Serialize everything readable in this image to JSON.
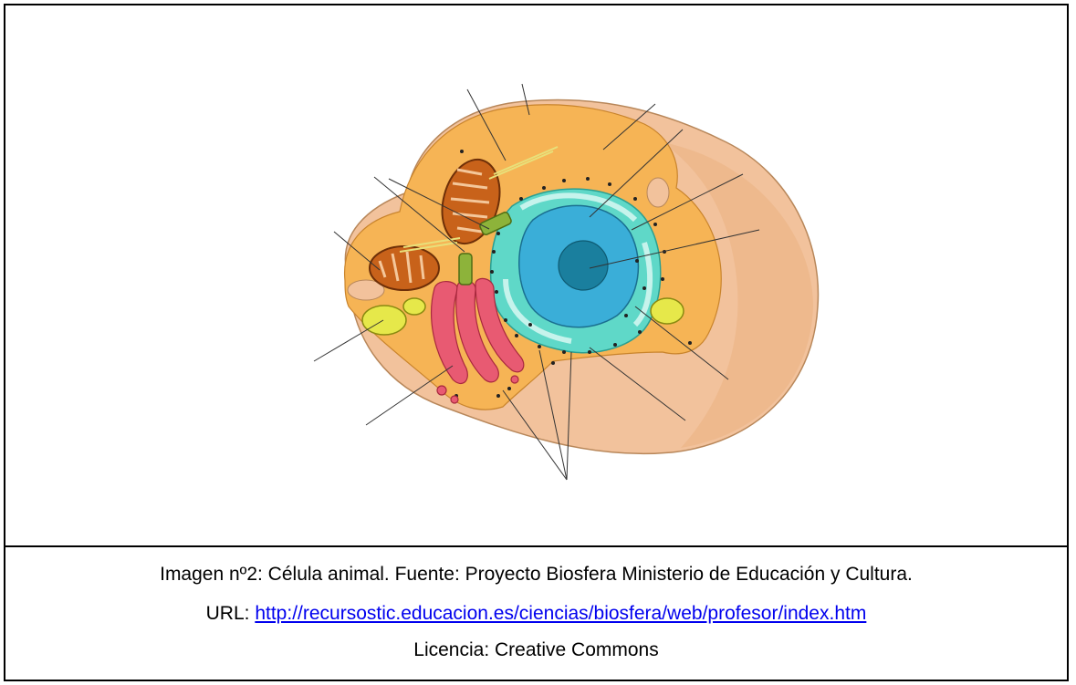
{
  "figure": {
    "subject": "animal-cell-diagram",
    "colors": {
      "cytoplasm": "#f6b455",
      "outer_cell": "#f2c29c",
      "nucleus": "#3aaed8",
      "nucleolus": "#1a7f9e",
      "endoplasmic_reticulum": "#5fd8c8",
      "golgi": "#e85a72",
      "mitochondria": "#c8621a",
      "centriole": "#8db33a",
      "vesicle": "#e6e84a",
      "label_line": "#333333"
    }
  },
  "caption": {
    "line1": "Imagen nº2: Célula animal. Fuente: Proyecto Biosfera Ministerio de Educación y Cultura.",
    "url_label": "URL: ",
    "url_text": "http://recursostic.educacion.es/ciencias/biosfera/web/profesor/index.htm",
    "url_href": "http://recursostic.educacion.es/ciencias/biosfera/web/profesor/index.htm",
    "license": "Licencia: Creative Commons"
  }
}
